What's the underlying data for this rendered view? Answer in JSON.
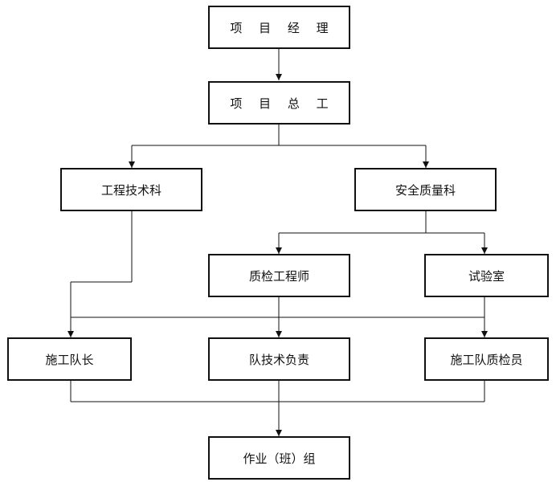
{
  "nodes": {
    "pm": "项 目 经 理",
    "chief_engineer": "项 目 总 工",
    "engineering_dept": "工程技术科",
    "safety_quality_dept": "安全质量科",
    "quality_engineer": "质检工程师",
    "laboratory": "试验室",
    "team_leader": "施工队长",
    "team_tech_lead": "队技术负责",
    "team_quality_inspector": "施工队质检员",
    "work_crew": "作业（班）组"
  },
  "edges": [
    [
      "项 目 经 理",
      "项 目 总 工"
    ],
    [
      "项 目 总 工",
      "工程技术科"
    ],
    [
      "项 目 总 工",
      "安全质量科"
    ],
    [
      "安全质量科",
      "质检工程师"
    ],
    [
      "安全质量科",
      "试验室"
    ],
    [
      "工程技术科",
      "施工队长"
    ],
    [
      "质检工程师",
      "施工队长"
    ],
    [
      "质检工程师",
      "队技术负责"
    ],
    [
      "质检工程师",
      "施工队质检员"
    ],
    [
      "试验室",
      "施工队质检员"
    ],
    [
      "施工队长",
      "作业（班）组"
    ],
    [
      "队技术负责",
      "作业（班）组"
    ],
    [
      "施工队质检员",
      "作业（班）组"
    ]
  ]
}
